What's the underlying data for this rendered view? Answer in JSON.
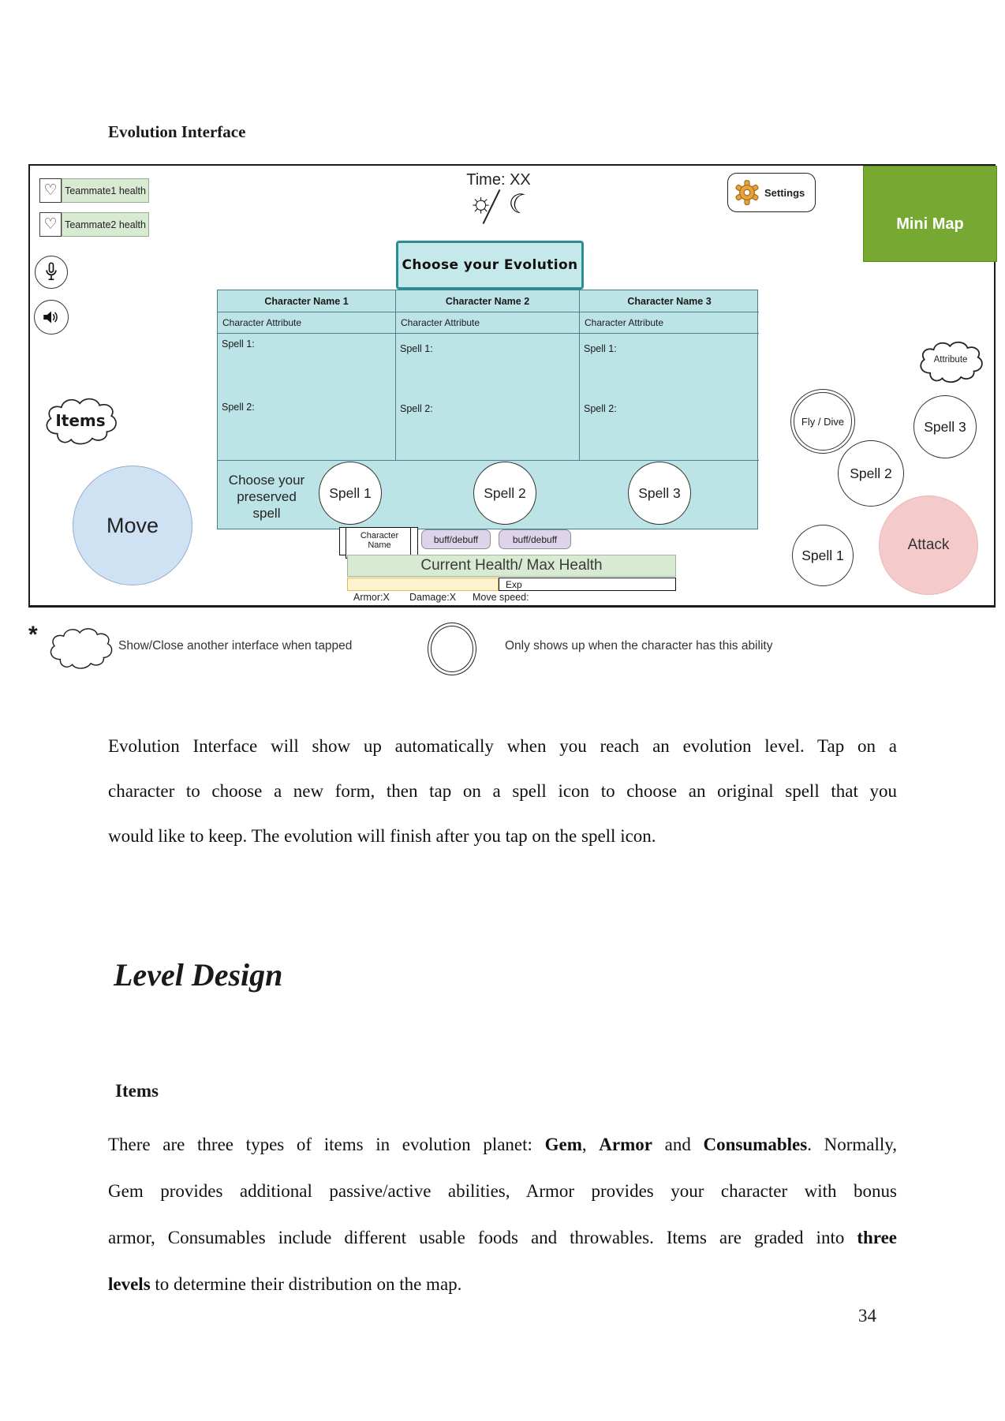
{
  "page": {
    "heading": "Evolution Interface",
    "page_number": "34"
  },
  "icons": {
    "heart_glyph": "♡",
    "sun_glyph": "☼",
    "moon_glyph": "☾",
    "asterisk_glyph": "*",
    "names": [
      "heart-icon",
      "mic-icon",
      "speaker-icon",
      "sun-icon",
      "moon-icon",
      "gear-icon",
      "cloud-shape",
      "circle-shape"
    ]
  },
  "colors": {
    "minimap_green": "#76A832",
    "table_teal": "#BCE3E5",
    "title_box_teal": "#C5E8EA",
    "move_blue": "#CFE2F3",
    "attack_pink": "#F5CACA",
    "health_green": "#D9EAD3",
    "buff_purple": "#DDD3EA",
    "exp_yellow": "#FDF2CF",
    "gear_orange": "#E8A33D"
  },
  "wireframe": {
    "teammates": [
      {
        "label": "Teammate1 health"
      },
      {
        "label": "Teammate2 health"
      }
    ],
    "time_label": "Time: XX",
    "settings_label": "Settings",
    "minimap_label": "Mini Map",
    "items_label": "Items",
    "move_label": "Move",
    "evolution_title": "Choose your Evolution",
    "table": {
      "columns": [
        {
          "name": "Character Name 1",
          "attribute": "Character Attribute",
          "spell1": "Spell 1:",
          "spell2": "Spell 2:"
        },
        {
          "name": "Character Name 2",
          "attribute": "Character Attribute",
          "spell1": "Spell 1:",
          "spell2": "Spell 2:"
        },
        {
          "name": "Character Name 3",
          "attribute": "Character Attribute",
          "spell1": "Spell 1:",
          "spell2": "Spell 2:"
        }
      ],
      "preserved_label": {
        "l1": "Choose your",
        "l2": "preserved",
        "l3": "spell"
      },
      "preserved_spells": [
        "Spell 1",
        "Spell 2",
        "Spell 3"
      ]
    },
    "hud": {
      "character_name": {
        "l1": "Character",
        "l2": "Name"
      },
      "buffs": [
        "buff/debuff",
        "buff/debuff"
      ],
      "health_label": "Current Health/ Max Health",
      "exp_label": "Exp",
      "stats": [
        "Armor:X",
        "Damage:X",
        "Move speed:"
      ]
    },
    "right_cluster": {
      "attribute_label": "Attribute",
      "fly_dive_label": "Fly / Dive",
      "spell3": "Spell 3",
      "spell2": "Spell 2",
      "spell1": "Spell 1",
      "attack_label": "Attack"
    }
  },
  "legend": {
    "cloud_note": "Show/Close another interface when tapped",
    "circle_note": "Only shows up when the character has this ability"
  },
  "body": {
    "para1": {
      "l1": "Evolution Interface will show up automatically when you reach an evolution level. Tap on a",
      "l2": "character to choose a new form, then tap on a spell icon to choose an original spell that you",
      "l3": "would like to keep. The evolution will finish after you tap on the spell icon."
    },
    "section_heading": "Level Design",
    "sub_heading": "Items",
    "para2": {
      "l1": {
        "a": "There are three types of items in evolution planet: ",
        "b1": "Gem",
        "c": ", ",
        "b2": "Armor",
        "d": " and ",
        "b3": "Consumables",
        "e": ". Normally,"
      },
      "l2": {
        "a": "Gem provides additional passive/active abilities, Armor provides your character with bonus"
      },
      "l3": {
        "a": "armor, Consumables include different usable foods and throwables. Items are graded into ",
        "b1": "three"
      },
      "l4": {
        "b1": "levels",
        "a": " to determine their distribution on the map."
      }
    }
  }
}
